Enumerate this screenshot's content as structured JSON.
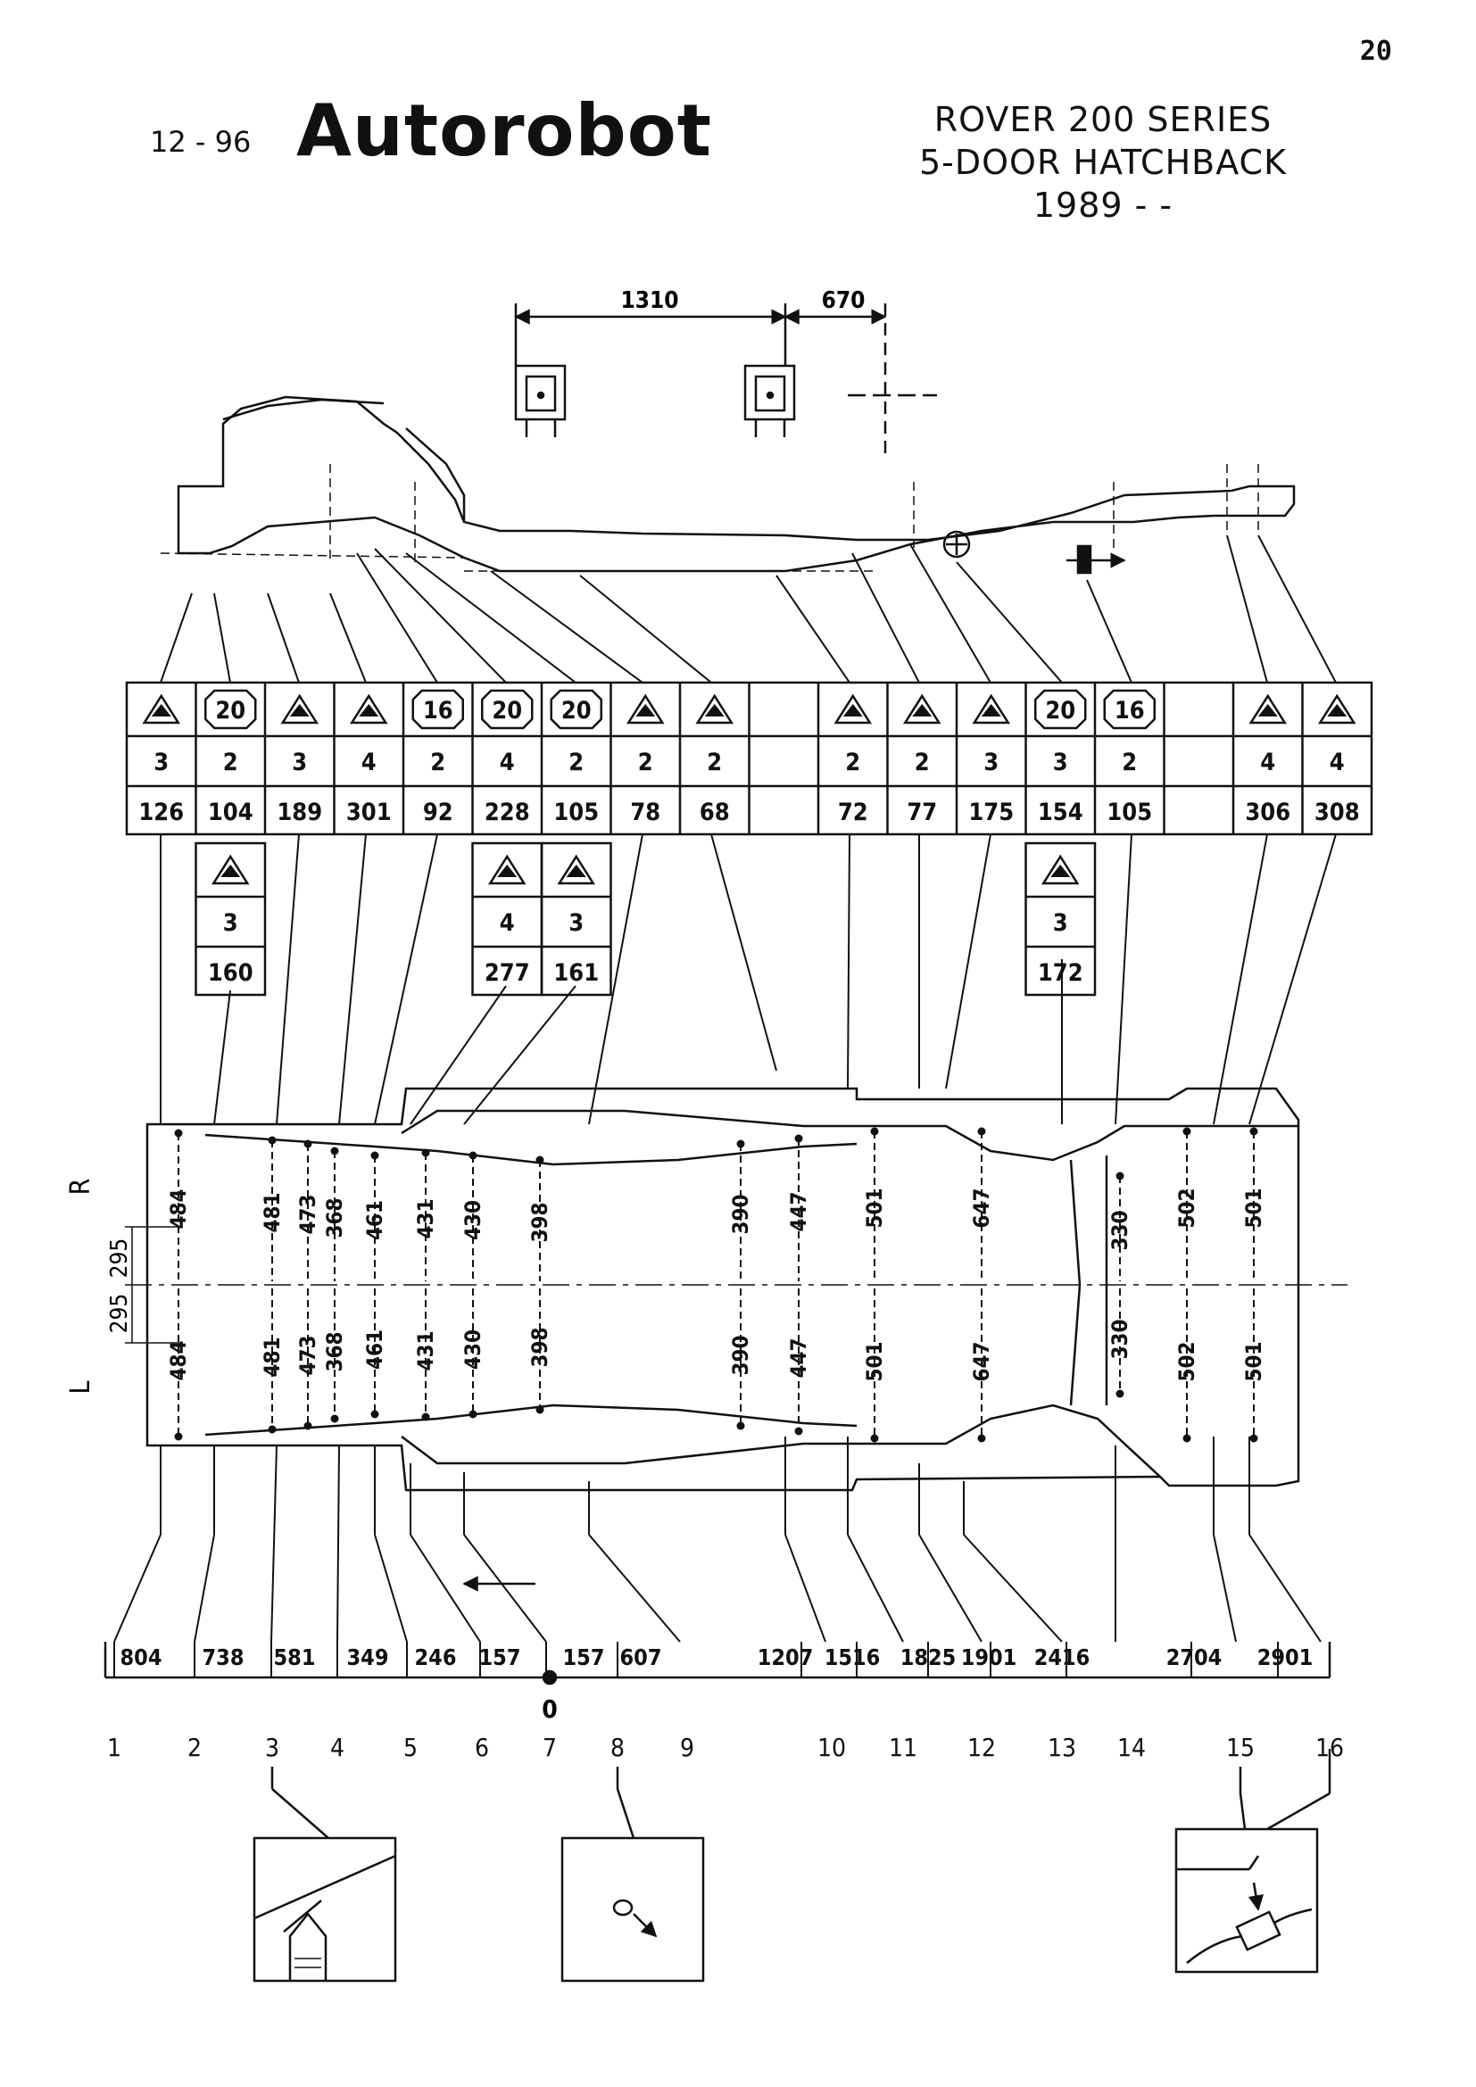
{
  "header": {
    "page_number": "20",
    "date_code": "12 - 96",
    "brand": "Autorobot",
    "model_line1": "ROVER 200 SERIES",
    "model_line2": "5-DOOR HATCHBACK",
    "model_line3": "1989 - -"
  },
  "side_view": {
    "dim_a": "1310",
    "dim_b": "670"
  },
  "fixture_table": [
    {
      "col": 1,
      "icon": "triangle",
      "count": "3",
      "height": "126"
    },
    {
      "col": 2,
      "icon": "octagon",
      "icon_label": "20",
      "count": "2",
      "height": "104"
    },
    {
      "col": 3,
      "icon": "triangle",
      "count": "3",
      "height": "189"
    },
    {
      "col": 4,
      "icon": "triangle",
      "count": "4",
      "height": "301"
    },
    {
      "col": 5,
      "icon": "octagon",
      "icon_label": "16",
      "count": "2",
      "height": "92"
    },
    {
      "col": 6,
      "icon": "octagon",
      "icon_label": "20",
      "count": "4",
      "height": "228"
    },
    {
      "col": 7,
      "icon": "octagon",
      "icon_label": "20",
      "count": "2",
      "height": "105"
    },
    {
      "col": 8,
      "icon": "triangle",
      "count": "2",
      "height": "78"
    },
    {
      "col": 9,
      "icon": "triangle",
      "count": "2",
      "height": "68"
    },
    {
      "col": 10,
      "icon": "none",
      "count": "",
      "height": ""
    },
    {
      "col": 11,
      "icon": "triangle",
      "count": "2",
      "height": "72"
    },
    {
      "col": 12,
      "icon": "triangle",
      "count": "2",
      "height": "77"
    },
    {
      "col": 13,
      "icon": "triangle",
      "count": "3",
      "height": "175"
    },
    {
      "col": 14,
      "icon": "octagon",
      "icon_label": "20",
      "count": "3",
      "height": "154"
    },
    {
      "col": 15,
      "icon": "octagon",
      "icon_label": "16",
      "count": "2",
      "height": "105"
    },
    {
      "col": 16,
      "icon": "none",
      "count": "",
      "height": ""
    },
    {
      "col": 17,
      "icon": "triangle",
      "count": "4",
      "height": "306"
    },
    {
      "col": 18,
      "icon": "triangle",
      "count": "4",
      "height": "308"
    }
  ],
  "extra_fixtures": [
    {
      "under_col": 2,
      "count": "3",
      "height": "160"
    },
    {
      "under_col": 6,
      "count": "4",
      "height": "277"
    },
    {
      "under_col": 7,
      "count": "3",
      "height": "161"
    },
    {
      "under_col": 14,
      "count": "3",
      "height": "172"
    }
  ],
  "side_labels": {
    "right": "R",
    "left": "L",
    "offset_upper": "295",
    "offset_lower": "295"
  },
  "widths_upper": [
    "484",
    "481",
    "473",
    "368",
    "461",
    "431",
    "430",
    "398",
    "390",
    "447",
    "501",
    "647",
    "330",
    "502",
    "501"
  ],
  "widths_lower": [
    "484",
    "481",
    "473",
    "368",
    "461",
    "431",
    "430",
    "398",
    "390",
    "447",
    "501",
    "647",
    "330",
    "502",
    "501"
  ],
  "longitudinal": [
    "804",
    "738",
    "581",
    "349",
    "246",
    "157",
    "157",
    "607",
    "1207",
    "1516",
    "1825",
    "1901",
    "2416",
    "2704",
    "2901"
  ],
  "zero_mark": "0",
  "point_numbers": [
    "1",
    "2",
    "3",
    "4",
    "5",
    "6",
    "7",
    "8",
    "9",
    "10",
    "11",
    "12",
    "13",
    "14",
    "15",
    "16"
  ]
}
